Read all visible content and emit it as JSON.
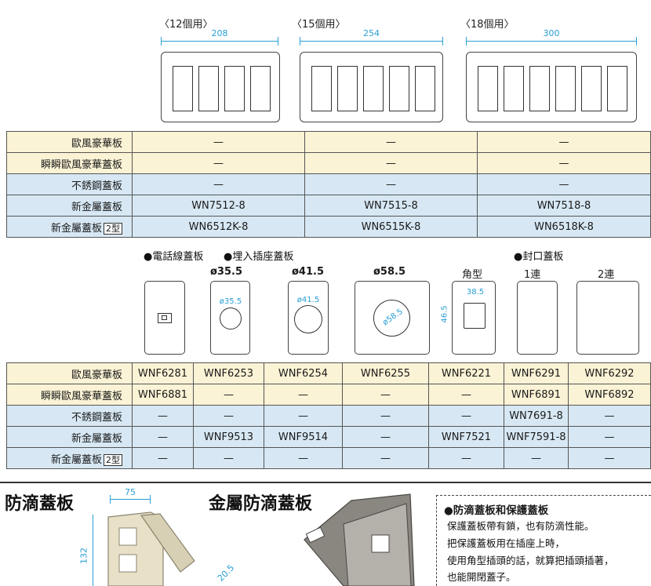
{
  "top": {
    "plates": [
      {
        "caption": "〈12個用〉",
        "dim": "208",
        "slots": 4
      },
      {
        "caption": "〈15個用〉",
        "dim": "254",
        "slots": 5
      },
      {
        "caption": "〈18個用〉",
        "dim": "300",
        "slots": 6
      }
    ]
  },
  "table1": {
    "rows": [
      {
        "label": "歐風豪華板",
        "badge": "",
        "values": [
          "—",
          "—",
          "—"
        ]
      },
      {
        "label": "瞬瞬歐風豪華蓋板",
        "badge": "",
        "values": [
          "—",
          "—",
          "—"
        ]
      },
      {
        "label": "不銹鋼蓋板",
        "badge": "",
        "values": [
          "—",
          "—",
          "—"
        ]
      },
      {
        "label": "新金屬蓋板",
        "badge": "",
        "values": [
          "WN7512-8",
          "WN7515-8",
          "WN7518-8"
        ]
      },
      {
        "label": "新金屬蓋板",
        "badge": "2型",
        "values": [
          "WN6512K-8",
          "WN6515K-8",
          "WN6518K-8"
        ]
      }
    ]
  },
  "middle": {
    "headers": {
      "phone": "●電話線蓋板",
      "embedded": "●埋入插座蓋板",
      "blank": "●封口蓋板"
    },
    "columns": {
      "d35": "ø35.5",
      "d41": "ø41.5",
      "d58": "ø58.5",
      "square": "角型",
      "one": "1連",
      "two": "2連"
    },
    "dims": {
      "d35": "ø35.5",
      "d41": "ø41.5",
      "d58": "ø58.5",
      "sq_w": "38.5",
      "sq_h": "46.5"
    }
  },
  "table2": {
    "rows": [
      {
        "label": "歐風豪華板",
        "badge": "",
        "values": [
          "WNF6281",
          "WNF6253",
          "WNF6254",
          "WNF6255",
          "WNF6221",
          "WNF6291",
          "WNF6292"
        ]
      },
      {
        "label": "瞬瞬歐風豪華蓋板",
        "badge": "",
        "values": [
          "WNF6881",
          "—",
          "—",
          "—",
          "—",
          "WNF6891",
          "WNF6892"
        ]
      },
      {
        "label": "不銹鋼蓋板",
        "badge": "",
        "values": [
          "—",
          "—",
          "—",
          "—",
          "—",
          "WN7691-8",
          "—"
        ]
      },
      {
        "label": "新金屬蓋板",
        "badge": "",
        "values": [
          "—",
          "WNF9513",
          "WNF9514",
          "—",
          "WNF7521",
          "WNF7591-8",
          "—"
        ]
      },
      {
        "label": "新金屬蓋板",
        "badge": "2型",
        "values": [
          "—",
          "—",
          "—",
          "—",
          "—",
          "—",
          "—"
        ]
      }
    ]
  },
  "bottom": {
    "title_left": "防滴蓋板",
    "title_right": "金屬防滴蓋板",
    "dim_w": "75",
    "dim_h": "132",
    "dim_d": "20.5",
    "note_title": "●防滴蓋板和保護蓋板",
    "note_lines": [
      "保護蓋板帶有鎖，也有防滴性能。",
      "把保護蓋板用在插座上時，",
      "使用角型插頭的話，就算把插頭插著，",
      "也能開閉蓋子。"
    ]
  },
  "colors": {
    "dimension": "#2a9fd6",
    "row_yellow": "#fbf3d5",
    "row_blue": "#d7e8f4"
  }
}
